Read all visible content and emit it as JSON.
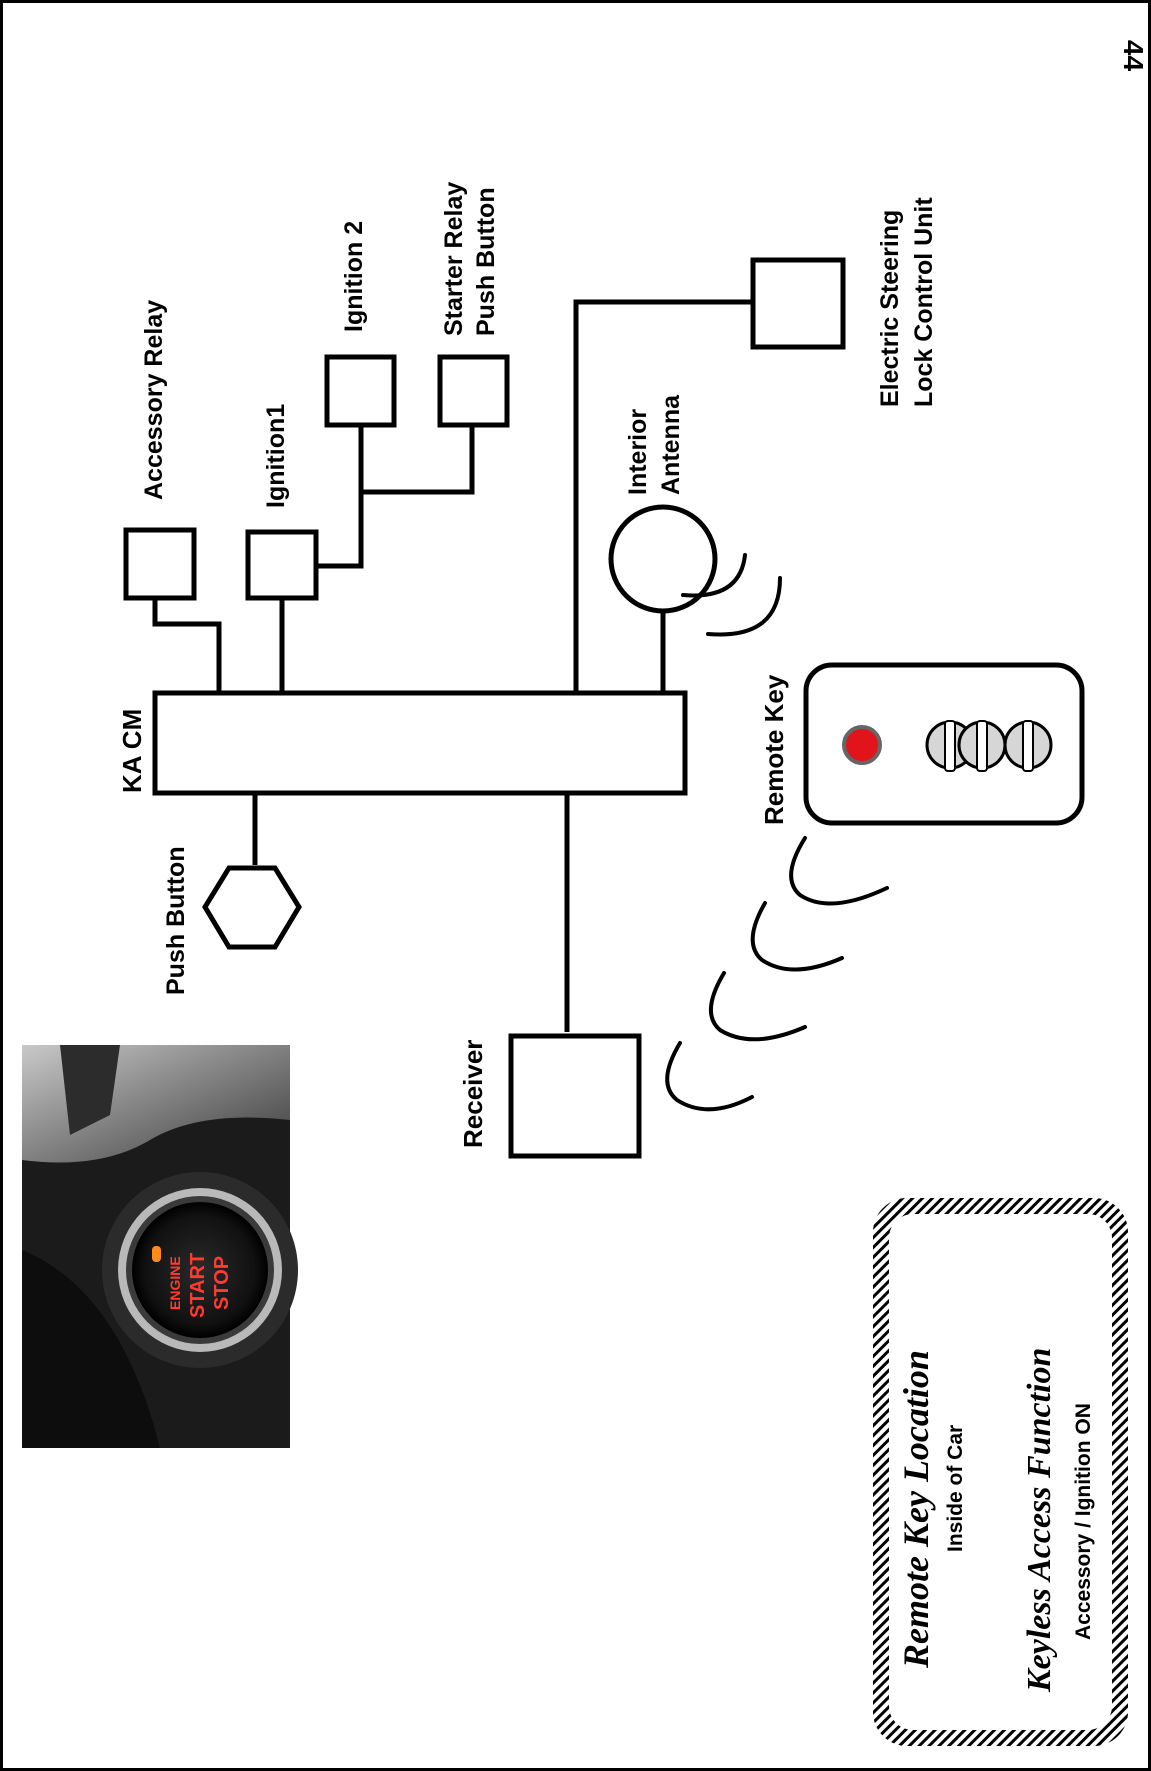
{
  "page_number": "44",
  "diagram": {
    "module": "KA CM",
    "components": {
      "accessory_relay": "Accessory Relay",
      "ignition1": "Ignition1",
      "ignition2": "Ignition 2",
      "starter_relay_line1": "Starter Relay",
      "starter_relay_line2": "Push Button",
      "esl_line1": "Electric Steering",
      "esl_line2": "Lock Control Unit",
      "interior_antenna_line1": "Interior",
      "interior_antenna_line2": "Antenna",
      "remote_key": "Remote Key",
      "push_button": "Push Button",
      "receiver": "Receiver"
    }
  },
  "photo": {
    "button_text_line1": "ENGINE",
    "button_text_line2": "START",
    "button_text_line3": "STOP"
  },
  "info_box": {
    "heading1": "Remote Key Location",
    "text1": "Inside of Car",
    "heading2": "Keyless Access Function",
    "text2": "Accessory / Ignition ON"
  }
}
